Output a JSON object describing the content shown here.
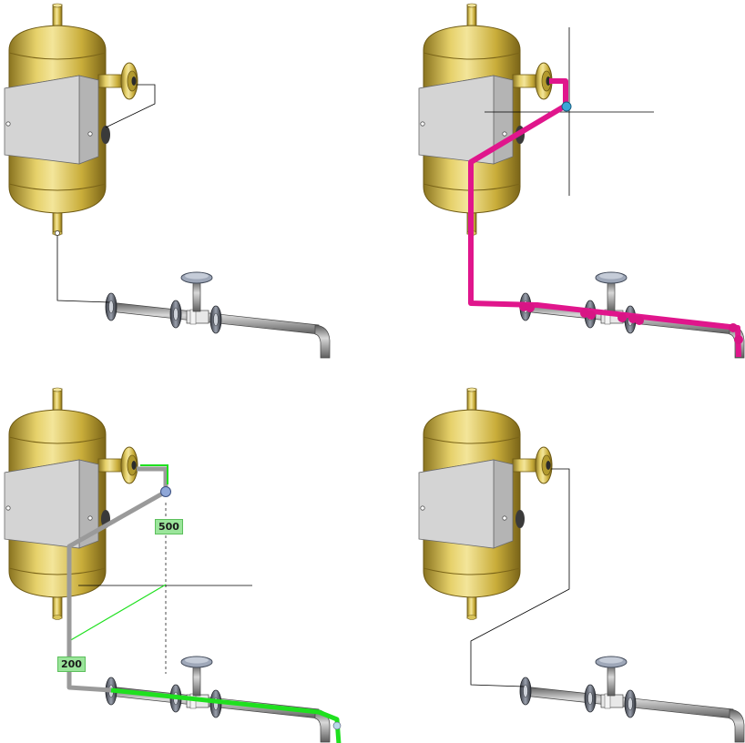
{
  "panels": [
    {
      "id": "panel-1",
      "state": "unrouted",
      "route_color": "#000000"
    },
    {
      "id": "panel-2",
      "state": "route-preview",
      "route_color": "#e0168c"
    },
    {
      "id": "panel-3",
      "state": "route-dimensioning",
      "route_color": "#9a9a9a",
      "active_color": "#1fe01f"
    },
    {
      "id": "panel-4",
      "state": "routed",
      "route_color": "#000000"
    }
  ],
  "dimensions": {
    "vertical": "500",
    "horizontal": "200"
  },
  "colors": {
    "tank_body": "#cdb541",
    "tank_highlight": "#f3e59a",
    "tank_shadow": "#8a7420",
    "box_face": "#d4d4d4",
    "box_side": "#b8b8b8",
    "pipe": "#8c8c8c",
    "preview": "#e0168c",
    "dimension_fill": "#9be59b",
    "active_route": "#1fe01f"
  }
}
